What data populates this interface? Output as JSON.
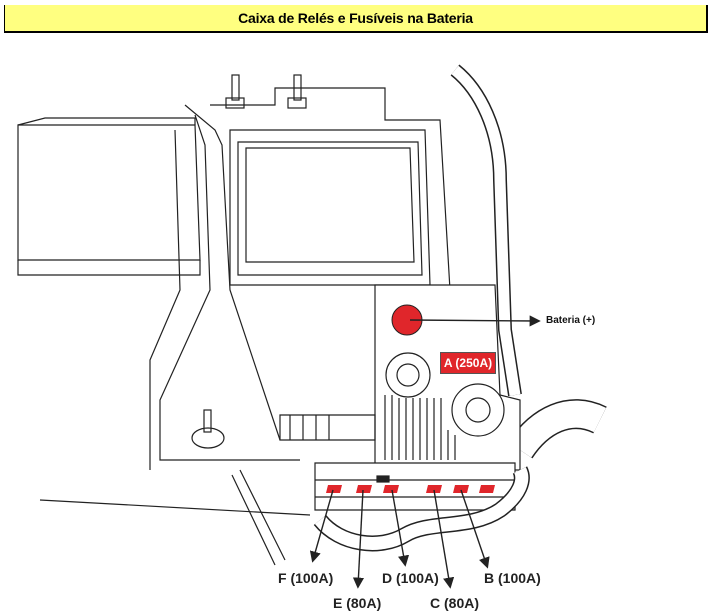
{
  "title": "Caixa de Relés e Fusíveis na Bateria",
  "battery_label": "Bateria (+)",
  "fuses": {
    "A": "A (250A)",
    "B": "B (100A)",
    "C": "C (80A)",
    "D": "D (100A)",
    "E": "E (80A)",
    "F": "F (100A)"
  },
  "colors": {
    "header_bg": "#ffff80",
    "fuse_red": "#e0262b"
  }
}
